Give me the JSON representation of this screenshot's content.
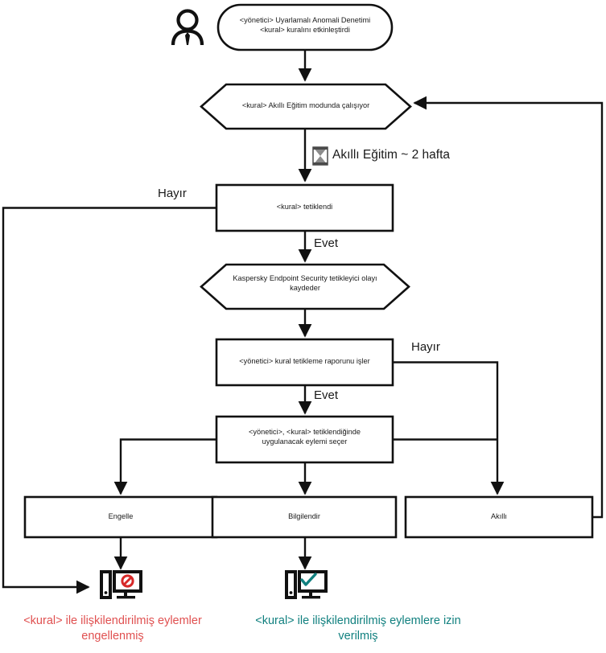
{
  "diagram": {
    "title": "Kaspersky Adaptive Anomaly Control rule flow (Turkish)",
    "colors": {
      "stroke": "#111111",
      "text": "#1a1a1a",
      "blocked": "#e05050",
      "allowed": "#11807f",
      "check": "#11807f",
      "deny": "#d62828"
    },
    "nodes": {
      "actor": {
        "icon": "person-icon"
      },
      "start": {
        "shape": "rounded-rect",
        "text": "<yönetici> Uyarlamalı Anomali Denetimi\n<kural> kuralını etkinleştirdi"
      },
      "smart_training": {
        "shape": "hexagon",
        "text": "<kural> Akıllı Eğitim modunda çalışıyor"
      },
      "rule_triggered": {
        "shape": "rect",
        "text": "<kural> tetiklendi"
      },
      "kes_logs_event": {
        "shape": "hexagon",
        "text": "Kaspersky Endpoint Security tetikleyici olayı\nkaydeder"
      },
      "admin_processes_report": {
        "shape": "rect",
        "text": "<yönetici> kural tetikleme raporunu işler"
      },
      "admin_selects_action": {
        "shape": "rect",
        "text": "<yönetici>, <kural> tetiklendiğinde\nuygulanacak eylemi seçer"
      },
      "action_block": {
        "shape": "rect",
        "text": "Engelle"
      },
      "action_inform": {
        "shape": "rect",
        "text": "Bilgilendir"
      },
      "action_smart": {
        "shape": "rect",
        "text": "Akıllı"
      }
    },
    "edge_labels": {
      "no_from_trigger": "Hayır",
      "yes_from_trigger": "Evet",
      "no_from_report": "Hayır",
      "yes_from_report": "Evet"
    },
    "timer": {
      "icon": "hourglass-icon",
      "label": "Akıllı Eğitim ~ 2 hafta"
    },
    "outcomes": {
      "blocked": {
        "icon": "monitor-blocked-icon",
        "text": "<kural> ile ilişkilendirilmiş eylemler\nengellenmiş"
      },
      "allowed": {
        "icon": "monitor-allowed-icon",
        "text": "<kural> ile ilişkilendirilmiş eylemlere izin\nverilmiş"
      }
    }
  }
}
